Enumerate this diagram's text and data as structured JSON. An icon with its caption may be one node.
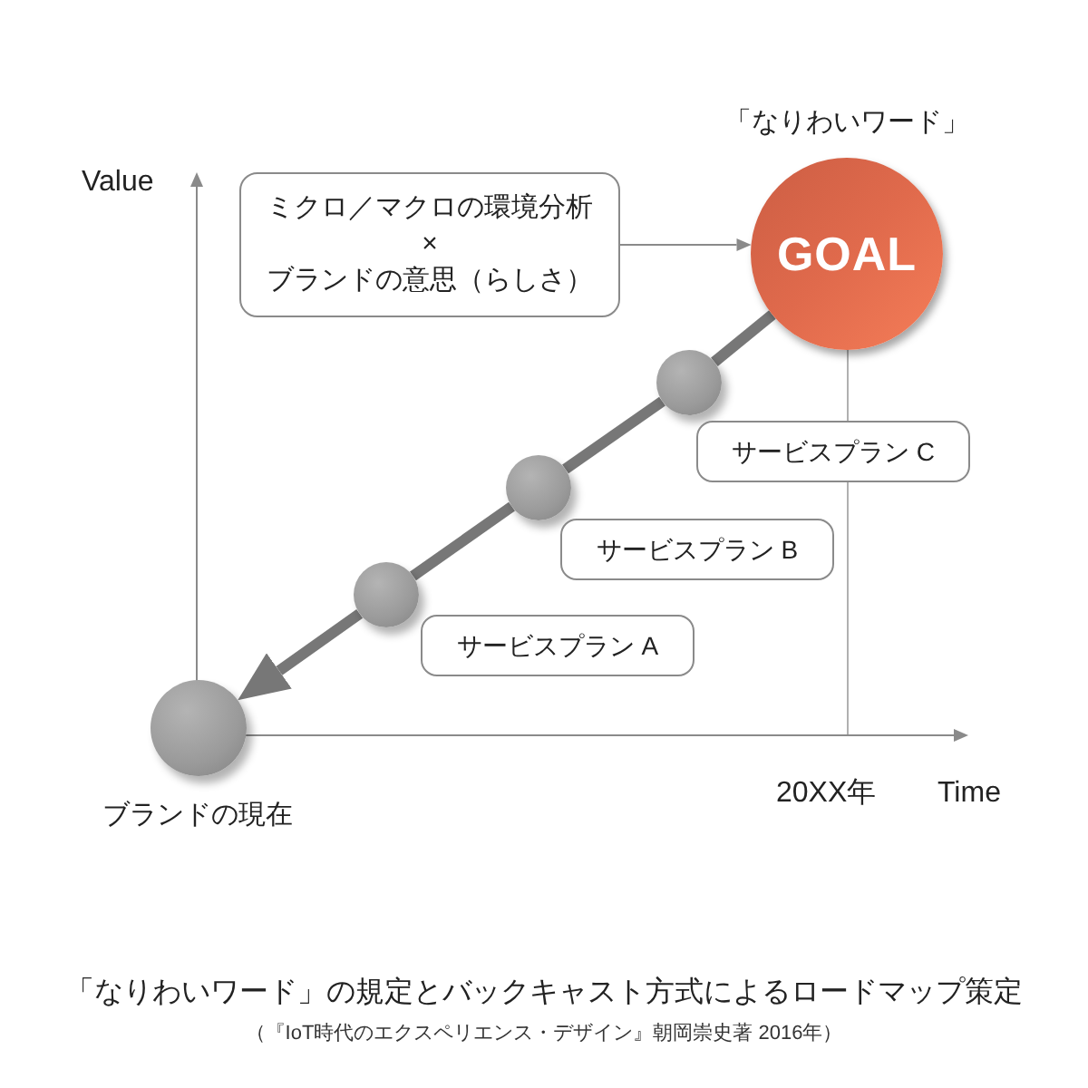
{
  "diagram": {
    "caption": "「なりわいワード」の規定とバックキャスト方式によるロードマップ策定",
    "nodes": [
      {
        "text": [
          "ミクロ／マクロの環境分析",
          "×",
          "ブランドの意思（らしさ）"
        ]
      },
      {
        "text": [
          "GOAL"
        ],
        "beside": [
          "「なりわいワード」"
        ]
      },
      {
        "text": [],
        "shape": "circle"
      },
      {
        "text": [],
        "shape": "circle"
      },
      {
        "text": [],
        "shape": "circle"
      },
      {
        "text": [],
        "shape": "circle",
        "beside": [
          "ブランドの現在"
        ]
      },
      {
        "text": [
          "サービスプラン C"
        ]
      },
      {
        "text": [
          "サービスプラン B"
        ]
      },
      {
        "text": [
          "サービスプラン A"
        ]
      }
    ],
    "edges": [
      {
        "from": 0,
        "to": 1,
        "arrow": "to"
      },
      {
        "from": 1,
        "to": 2,
        "arrow": "none"
      },
      {
        "from": 2,
        "to": 3,
        "arrow": "none"
      },
      {
        "from": 3,
        "to": 4,
        "arrow": "none"
      },
      {
        "from": 4,
        "to": 5,
        "arrow": "to"
      }
    ],
    "labels": [
      "Value",
      "20XX年",
      "Time",
      "（『IoT時代のエクスペリエンス・デザイン』朝岡崇史著 2016年）"
    ]
  }
}
